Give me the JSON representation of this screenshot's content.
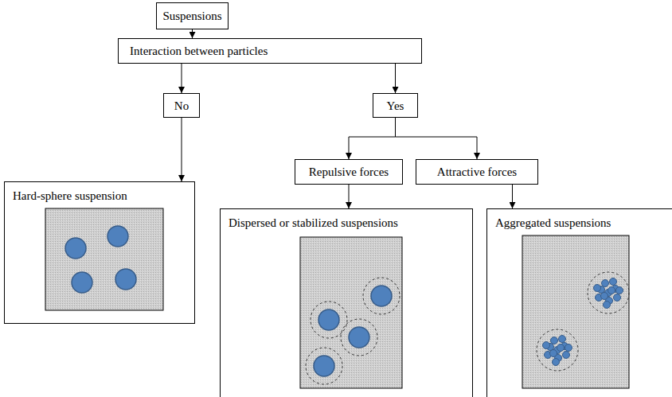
{
  "diagram": {
    "nodes": [
      {
        "text": [
          "Suspensions"
        ]
      },
      {
        "text": [
          "Interaction between particles"
        ]
      },
      {
        "text": [
          "No"
        ]
      },
      {
        "text": [
          "Yes"
        ]
      },
      {
        "text": [
          "Hard-sphere suspension"
        ]
      },
      {
        "text": [
          "Repulsive forces"
        ]
      },
      {
        "text": [
          "Attractive forces"
        ]
      },
      {
        "text": [
          "Dispersed or stabilized suspensions"
        ]
      },
      {
        "text": [
          "Aggregated suspensions"
        ]
      }
    ],
    "edges": [
      {
        "from": 0,
        "to": 1,
        "arrow": "to"
      },
      {
        "from": 1,
        "to": 2,
        "arrow": "to"
      },
      {
        "from": 1,
        "to": 3,
        "arrow": "to"
      },
      {
        "from": 2,
        "to": 4,
        "arrow": "to"
      },
      {
        "from": 3,
        "to": 5,
        "arrow": "to"
      },
      {
        "from": 3,
        "to": 6,
        "arrow": "to"
      },
      {
        "from": 5,
        "to": 7,
        "arrow": "to"
      },
      {
        "from": 6,
        "to": 8,
        "arrow": "to"
      }
    ]
  }
}
